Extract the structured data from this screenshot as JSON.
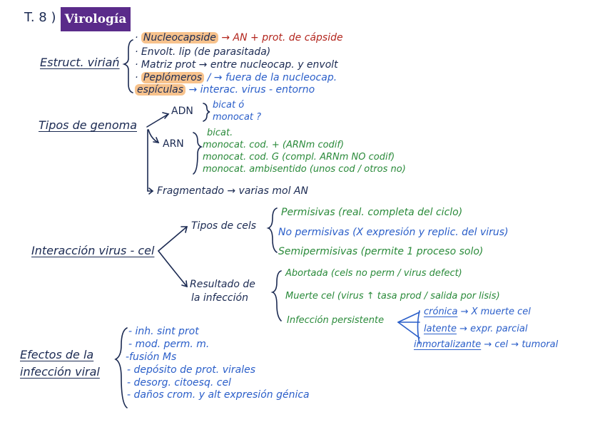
{
  "header": {
    "topic_number": "T. 8 )",
    "title": "Virología"
  },
  "structure": {
    "label": "Estruct. viriań",
    "items": [
      {
        "text": "Nucleocapside",
        "note": "AN + prot. de cápside"
      },
      {
        "text": "Envolt. lip (de parasitada)"
      },
      {
        "text": "Matriz prot → entre nucleocap. y envolt"
      },
      {
        "text": "Peplómeros",
        "note": "/ → fuera de la nucleocap."
      },
      {
        "text": "espículas",
        "note": "→ interac. virus - entorno"
      }
    ]
  },
  "genome": {
    "label": "Tipos de genoma",
    "adn": {
      "label": "ADN",
      "items": [
        "bicat ó",
        "monocat ?"
      ]
    },
    "arn": {
      "label": "ARN",
      "items": [
        "bicat.",
        "monocat. cod. + (ARNm codif)",
        "monocat. cod. G (compl. ARNm NO codif)",
        "monocat. ambisentido (unos cod / otros no)"
      ]
    },
    "fragmented": "Fragmentado → varias mol AN"
  },
  "interaction": {
    "label": "Interacción virus - cel",
    "cell_types": {
      "label": "Tipos de cels",
      "items": [
        "Permisivas (real. completa del ciclo)",
        "No permisivas (X expresión y replic. del virus)",
        "Semipermisivas (permite 1 proceso solo)"
      ]
    },
    "result": {
      "label_line1": "Resultado de",
      "label_line2": "la infección",
      "items": [
        "Abortada (cels no perm / virus defect)",
        "Muerte cel (virus ↑ tasa prod / salida por lisis)",
        "Infección persistente"
      ]
    },
    "persistent": [
      {
        "label": "crónica",
        "note": "→ X muerte cel"
      },
      {
        "label": "latente",
        "note": "→ expr. parcial"
      },
      {
        "label": "inmortalizante",
        "note": "→ cel → tumoral"
      }
    ]
  },
  "effects": {
    "label_line1": "Efectos de la",
    "label_line2": "infección viral",
    "items": [
      "- inh. sint prot",
      "- mod. perm. m.",
      "-fusión Ms",
      "- depósito de prot. virales",
      "- desorg. citoesq. cel",
      "- daños crom. y alt expresión génica"
    ]
  }
}
